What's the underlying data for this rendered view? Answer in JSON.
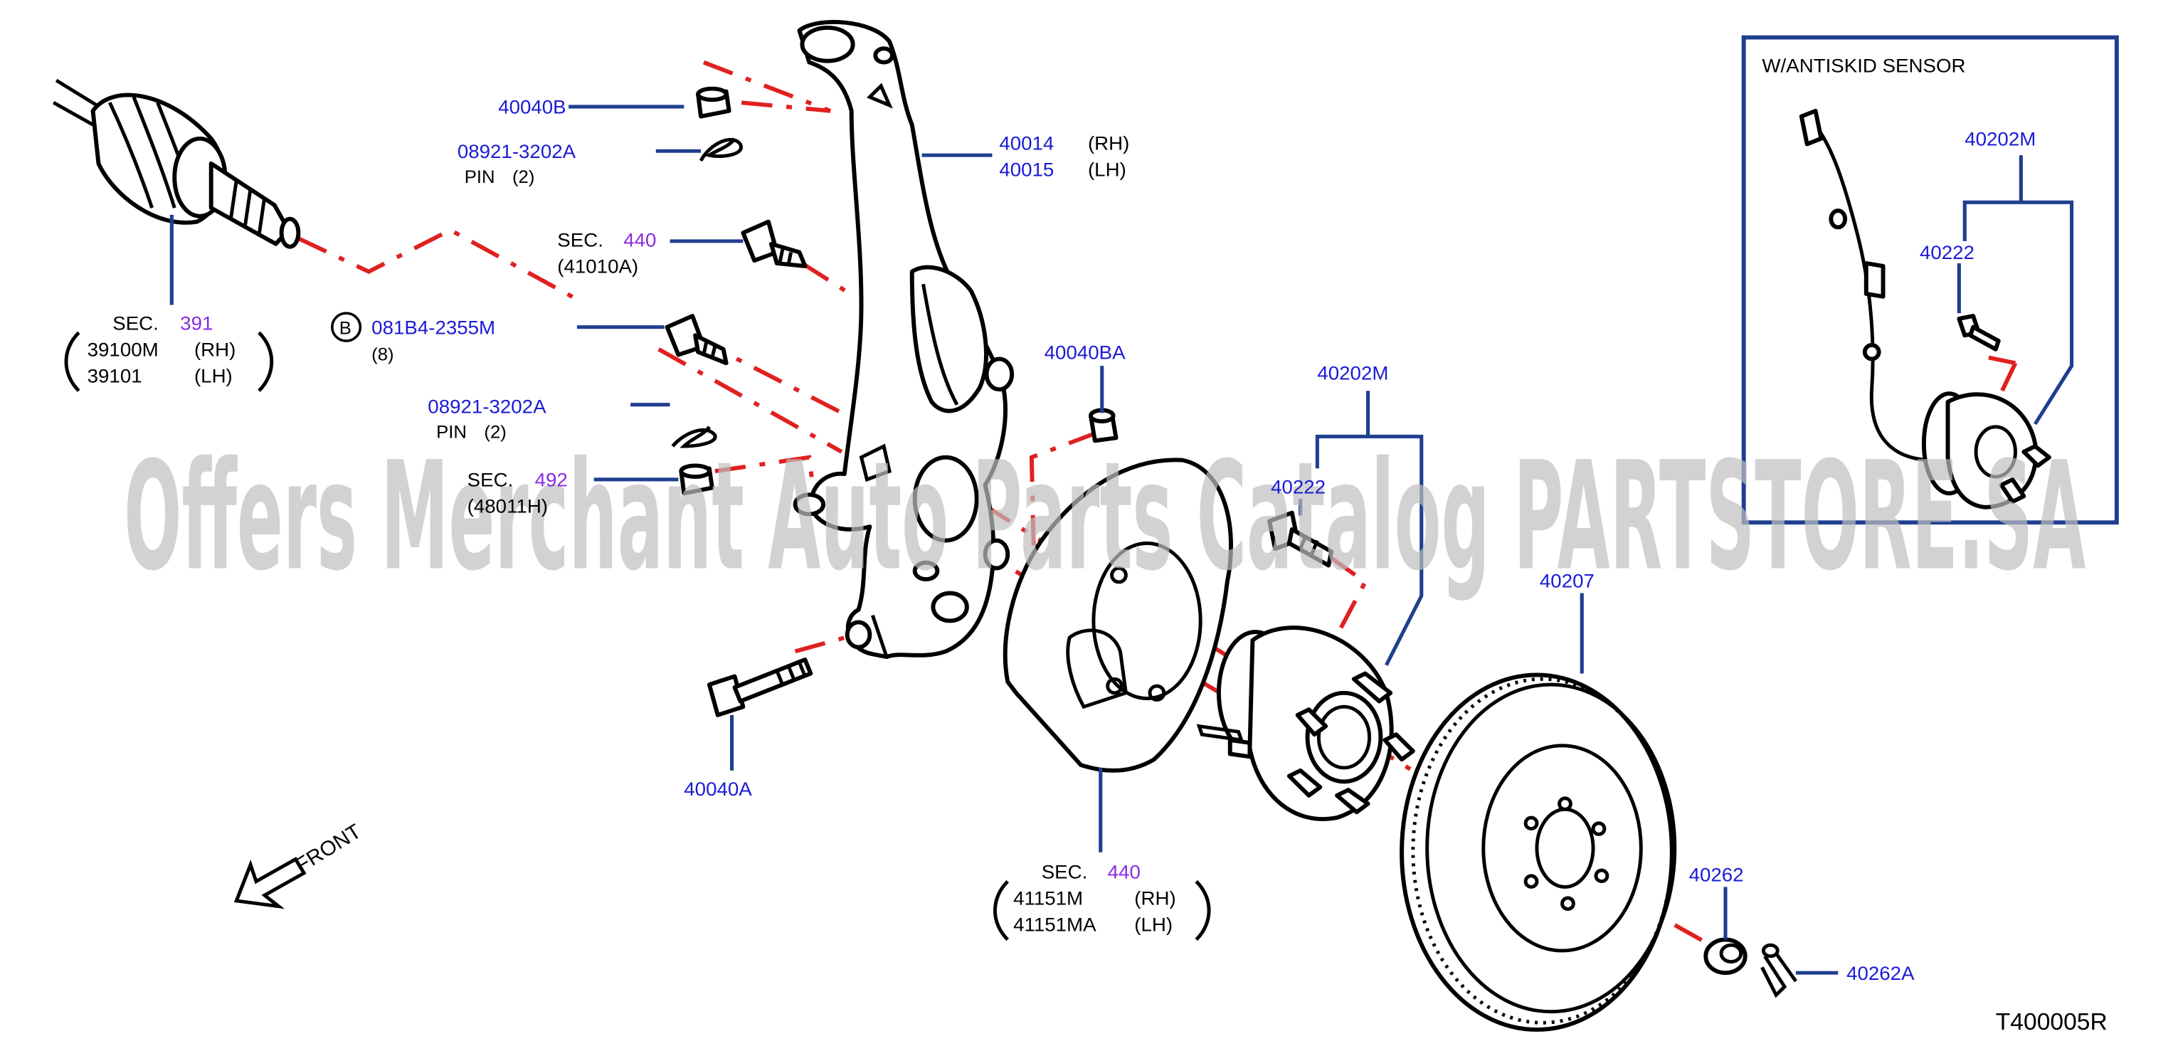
{
  "inset": {
    "title": "W/ANTISKID   SENSOR",
    "hub_label": "40202M",
    "bolt_label": "40222"
  },
  "callouts": {
    "nut_40040b": "40040B",
    "pin_a": {
      "part": "08921-3202A",
      "name": "PIN",
      "qty": "(2)"
    },
    "knuckle": {
      "rh": "40014",
      "rh_side": "(RH)",
      "lh": "40015",
      "lh_side": "(LH)"
    },
    "sec440_top": {
      "sec": "SEC.",
      "num": "440",
      "ref": "(41010A)"
    },
    "bolt_081b4": {
      "badge": "B",
      "part": "081B4-2355M",
      "qty": "(8)"
    },
    "pin_b": {
      "part": "08921-3202A",
      "name": "PIN",
      "qty": "(2)"
    },
    "sec492": {
      "sec": "SEC.",
      "num": "492",
      "ref": "(48011H)"
    },
    "sec391": {
      "sec": "SEC.",
      "num": "391",
      "rh": "39100M",
      "rh_side": "(RH)",
      "lh": "39101",
      "lh_side": "(LH)"
    },
    "nut_40040ba": "40040BA",
    "hub_assy": "40202M",
    "hub_bolt": "40222",
    "bolt_40040a": "40040A",
    "sec440_plate": {
      "sec": "SEC.",
      "num": "440",
      "rh": "41151M",
      "rh_side": "(RH)",
      "lh": "41151MA",
      "lh_side": "(LH)"
    },
    "rotor": "40207",
    "hub_nut": "40262",
    "cotter": "40262A",
    "front": "FRONT"
  },
  "watermark": "Offers Merchant Auto Parts Catalog PARTSTORE.SA",
  "diagram_code": "T400005R",
  "colors": {
    "part_number": "#1a1ad6",
    "section_number": "#8a2be2",
    "leader": "#1f3f8f",
    "centerline": "#e02020"
  }
}
